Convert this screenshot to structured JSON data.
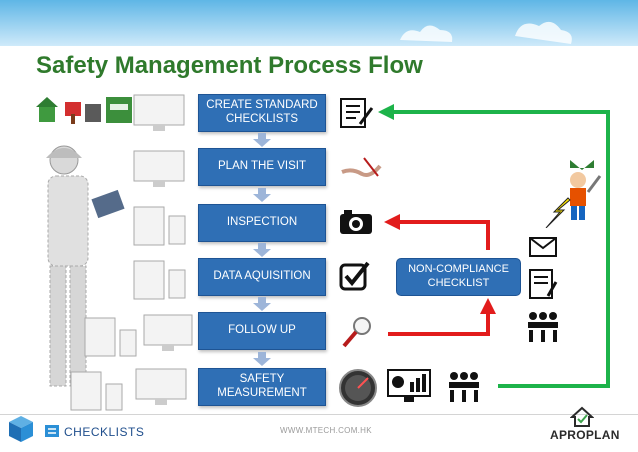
{
  "title": "Safety Management Process Flow",
  "steps": [
    {
      "line1": "CREATE STANDARD",
      "line2": "CHECKLISTS"
    },
    {
      "line1": "PLAN THE VISIT",
      "line2": ""
    },
    {
      "line1": "INSPECTION",
      "line2": ""
    },
    {
      "line1": "DATA AQUISITION",
      "line2": ""
    },
    {
      "line1": "FOLLOW UP",
      "line2": ""
    },
    {
      "line1": "SAFETY",
      "line2": "MEASUREMENT"
    }
  ],
  "non_compliance": {
    "line1": "NON-COMPLIANCE",
    "line2": "CHECKLIST"
  },
  "colors": {
    "step_blue": "#2f6fb5",
    "title_green": "#2f7a2c",
    "loop_green": "#1db34a",
    "alert_red": "#e21c1c"
  },
  "footer": {
    "checklists_label": "CHECKLISTS",
    "url": "WWW.MTECH.COM.HK",
    "brand": "APROPLAN"
  }
}
